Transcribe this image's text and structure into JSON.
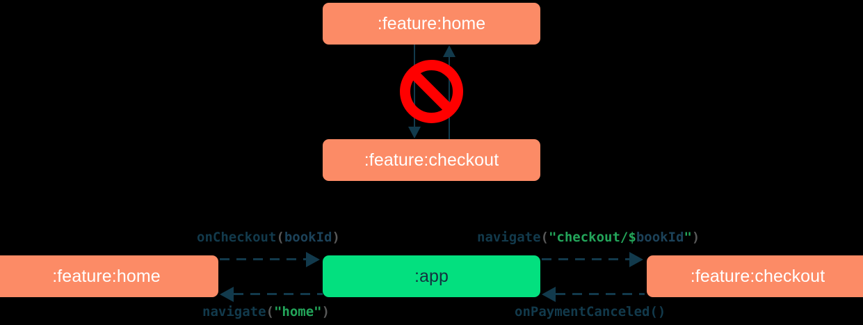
{
  "diagram": {
    "title": "module-dependency-diagram",
    "colors": {
      "background": "#000000",
      "module_orange": "#FC8B66",
      "module_green": "#03E07F",
      "edge": "#123A4C",
      "forbidden": "#FF0000",
      "string_literal": "#23A55A",
      "paren": "#585858"
    },
    "top_section": {
      "name": "illegal-direct-dependency",
      "nodes": [
        {
          "id": "home-top",
          "label": ":feature:home",
          "color": "#FC8B66"
        },
        {
          "id": "checkout-top",
          "label": ":feature:checkout",
          "color": "#FC8B66"
        }
      ],
      "edges": [
        {
          "id": "home-to-checkout",
          "direction": "down",
          "style": "solid"
        },
        {
          "id": "checkout-to-home",
          "direction": "up",
          "style": "solid"
        }
      ],
      "badge": {
        "name": "no-entry-icon",
        "meaning": "forbidden"
      }
    },
    "bottom_section": {
      "name": "app-mediated-navigation",
      "nodes": [
        {
          "id": "home-bottom",
          "label": ":feature:home",
          "color": "#FC8B66"
        },
        {
          "id": "app",
          "label": ":app",
          "color": "#03E07F"
        },
        {
          "id": "checkout-bottom",
          "label": ":feature:checkout",
          "color": "#FC8B66"
        }
      ],
      "edges": [
        {
          "id": "home-to-app",
          "direction": "right",
          "style": "dashed"
        },
        {
          "id": "app-to-home",
          "direction": "left",
          "style": "dashed"
        },
        {
          "id": "app-to-checkout",
          "direction": "right",
          "style": "dashed"
        },
        {
          "id": "checkout-to-app",
          "direction": "left",
          "style": "dashed"
        }
      ],
      "labels": {
        "on_checkout": {
          "full_text": "onCheckout(bookId)",
          "fn": "onCheckout",
          "open": "(",
          "arg": "bookId",
          "close": ")"
        },
        "navigate_checkout": {
          "full_text": "navigate(\"checkout/$bookId\")",
          "fn": "navigate",
          "open": "(",
          "str_prefix": "\"checkout/$",
          "arg": "bookId",
          "str_suffix": "\"",
          "close": ")"
        },
        "navigate_home": {
          "full_text": "navigate(\"home\")",
          "fn": "navigate",
          "open": "(",
          "str": "\"home\"",
          "close": ")"
        },
        "on_payment_canceled": {
          "full_text": "onPaymentCanceled()",
          "fn": "onPaymentCanceled()"
        }
      }
    }
  }
}
